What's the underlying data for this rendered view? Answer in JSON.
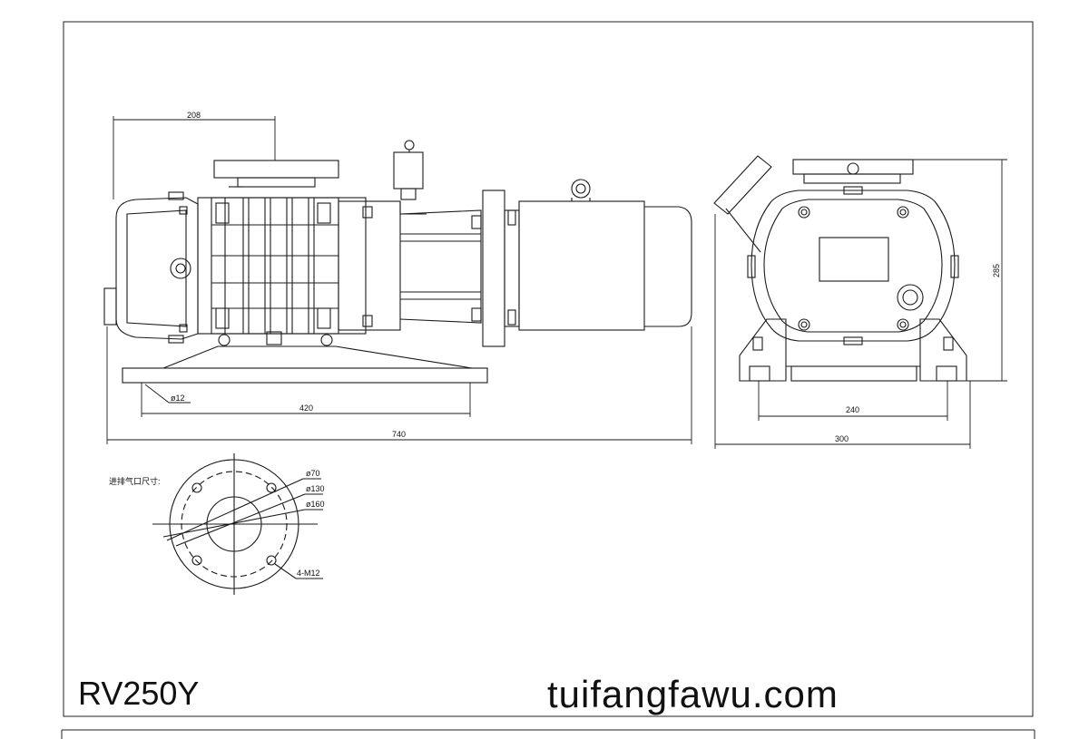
{
  "title": "RV250Y",
  "watermark": "tuifangfawu.com",
  "side_view": {
    "dimensions": {
      "top_width": "208",
      "hole": "ø12",
      "base_holes": "420",
      "overall_length": "740"
    }
  },
  "end_view": {
    "dimensions": {
      "height": "285",
      "base_holes": "240",
      "base_width": "300"
    }
  },
  "flange_view": {
    "label": "进排气口尺寸:",
    "dimensions": {
      "inner": "ø70",
      "bolt_circle": "ø130",
      "outer": "ø160",
      "bolts": "4-M12"
    }
  },
  "colors": {
    "line": "#1a1a1a",
    "background": "#ffffff"
  }
}
